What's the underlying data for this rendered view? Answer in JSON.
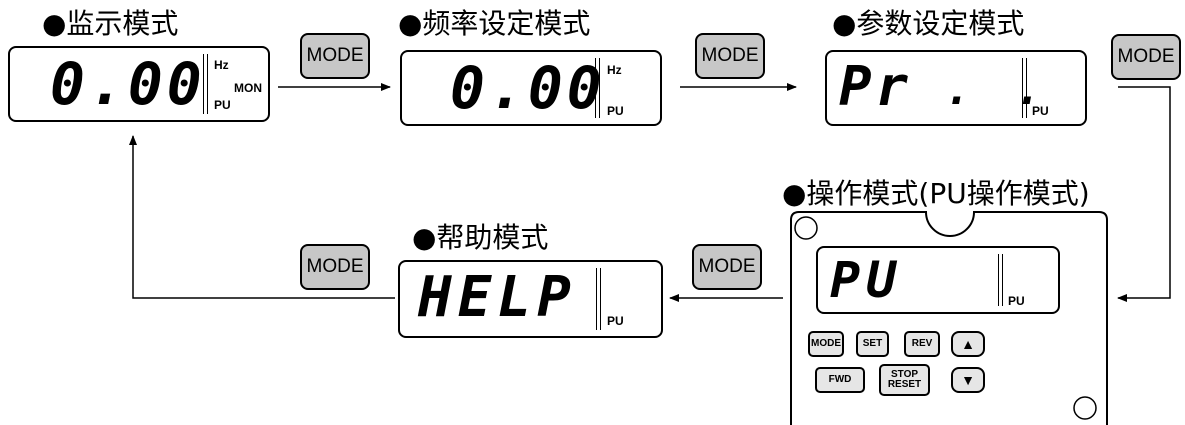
{
  "titles": {
    "monitor": "●监示模式",
    "frequency": "●频率设定模式",
    "parameter": "●参数设定模式",
    "operation": "●操作模式(PU操作模式)",
    "help": "●帮助模式"
  },
  "mode_button_label": "MODE",
  "displays": {
    "monitor": {
      "text": "0.00",
      "hz": "Hz",
      "pu": "PU",
      "mon": "MON"
    },
    "frequency": {
      "text": "0.00",
      "hz": "Hz",
      "pu": "PU"
    },
    "parameter": {
      "text": "Pr",
      "dots": ". .",
      "pu": "PU"
    },
    "operation": {
      "text": "PU",
      "pu": "PU"
    },
    "help": {
      "text": "HELP",
      "pu": "PU"
    }
  },
  "keypad": {
    "mode": "MODE",
    "set": "SET",
    "rev": "REV",
    "up": "▲",
    "fwd": "FWD",
    "stop_line1": "STOP",
    "stop_line2": "RESET",
    "down": "▼"
  },
  "colors": {
    "button_fill": "#c7c7c7",
    "line": "#000000"
  }
}
